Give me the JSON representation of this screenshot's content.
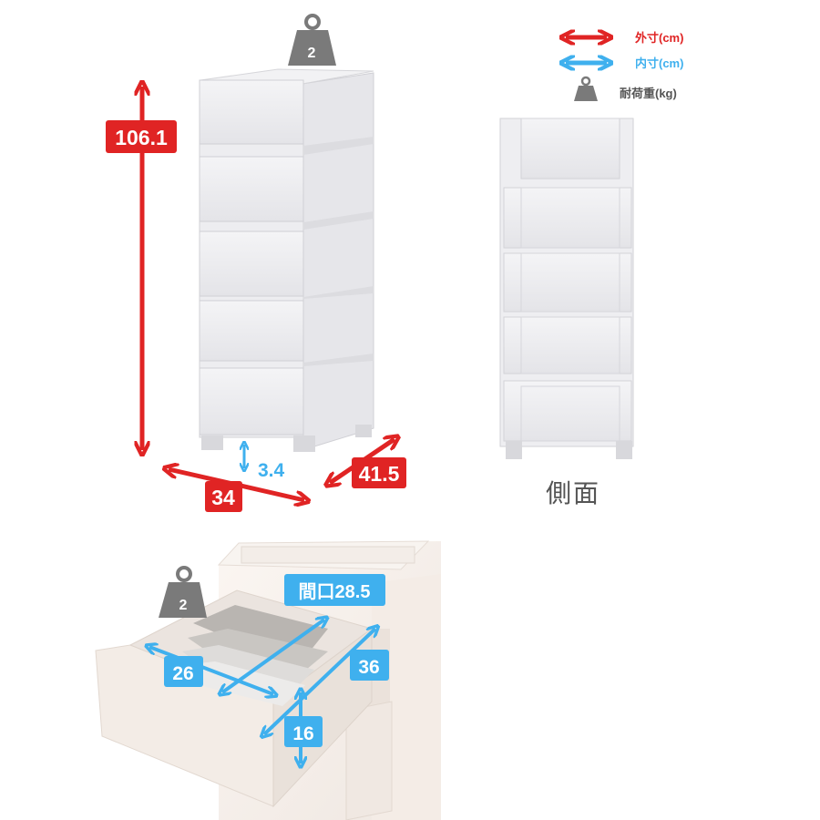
{
  "legend": {
    "outer_label": "外寸(cm)",
    "inner_label": "内寸(cm)",
    "weight_label": "耐荷重(kg)",
    "colors": {
      "outer": "#e02424",
      "inner": "#3fb0ee",
      "weight": "#7a7a7a"
    }
  },
  "top_weight": "2",
  "drawer_weight": "2",
  "outer": {
    "height": "106.1",
    "width": "34",
    "depth": "41.5"
  },
  "inner_leg_gap": "3.4",
  "drawer": {
    "opening": "間口28.5",
    "width": "26",
    "depth": "36",
    "height": "16"
  },
  "side_caption": "側面",
  "icons": {
    "weight": "weight-icon",
    "outer_arrow": "red-double-arrow-icon",
    "inner_arrow": "blue-double-arrow-icon"
  }
}
